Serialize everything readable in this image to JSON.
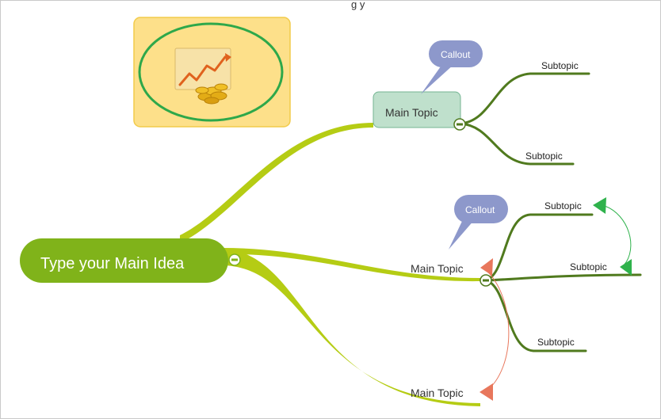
{
  "central_topic": {
    "label": "Type your Main Idea"
  },
  "main_topics": [
    {
      "label": "Main Topic",
      "callout": "Callout",
      "subtopics": [
        "Subtopic",
        "Subtopic"
      ]
    },
    {
      "label": "Main Topic",
      "callout": "Callout",
      "subtopics": [
        "Subtopic",
        "Subtopic",
        "Subtopic"
      ]
    },
    {
      "label": "Main Topic",
      "subtopics": []
    }
  ],
  "top_strip_text": "g                      y",
  "image": {
    "icon": "growth-chart-coins-icon"
  },
  "colors": {
    "central_fill": "#80b31a",
    "main_branch": "#b5cc14",
    "sub_branch": "#507a1e",
    "callout_fill": "#8d98cb",
    "selected_topic_fill": "#bfe0cc",
    "image_frame_fill": "#fde08a",
    "image_ellipse_stroke": "#2ea84a",
    "relationship_orange": "#e8775c",
    "relationship_green": "#2fb24c"
  }
}
